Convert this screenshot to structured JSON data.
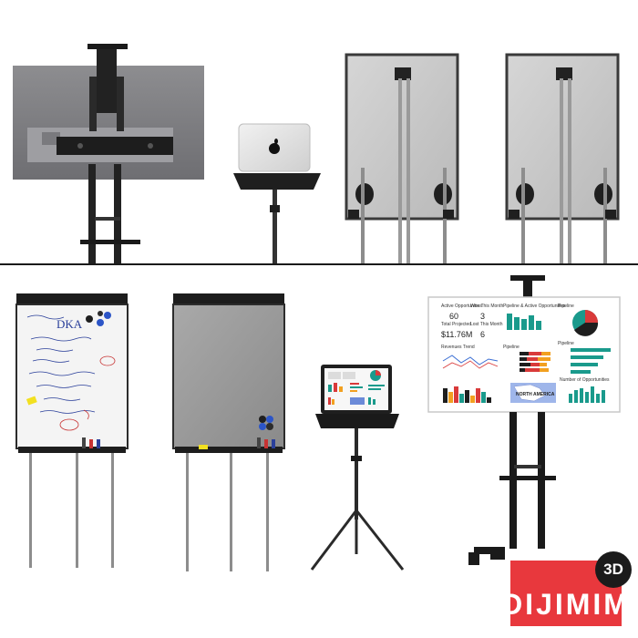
{
  "brand": {
    "logo_main": "DIJIMIM",
    "logo_badge": "3D",
    "accent": "#e8383d"
  },
  "whiteboard": {
    "title": "DKA"
  },
  "dashboard": {
    "kpis": [
      {
        "label": "Active Opportunities",
        "value": "60"
      },
      {
        "label": "Won This Month",
        "value": "3"
      },
      {
        "label": "Total Projected",
        "value": "$11.76M"
      },
      {
        "label": "Lost This Month",
        "value": "6"
      }
    ],
    "panels": [
      "Pipeline & Active Opportunities",
      "Pipeline",
      "Revenues Trend",
      "Pipeline",
      "Pipeline",
      "Number of Opportunities"
    ],
    "map_label": "NORTH AMERICA",
    "colors": {
      "teal": "#1a9a8c",
      "red": "#d93a3a",
      "orange": "#f2a020",
      "dark": "#1e1e1e",
      "blue": "#3b6fd4"
    }
  }
}
